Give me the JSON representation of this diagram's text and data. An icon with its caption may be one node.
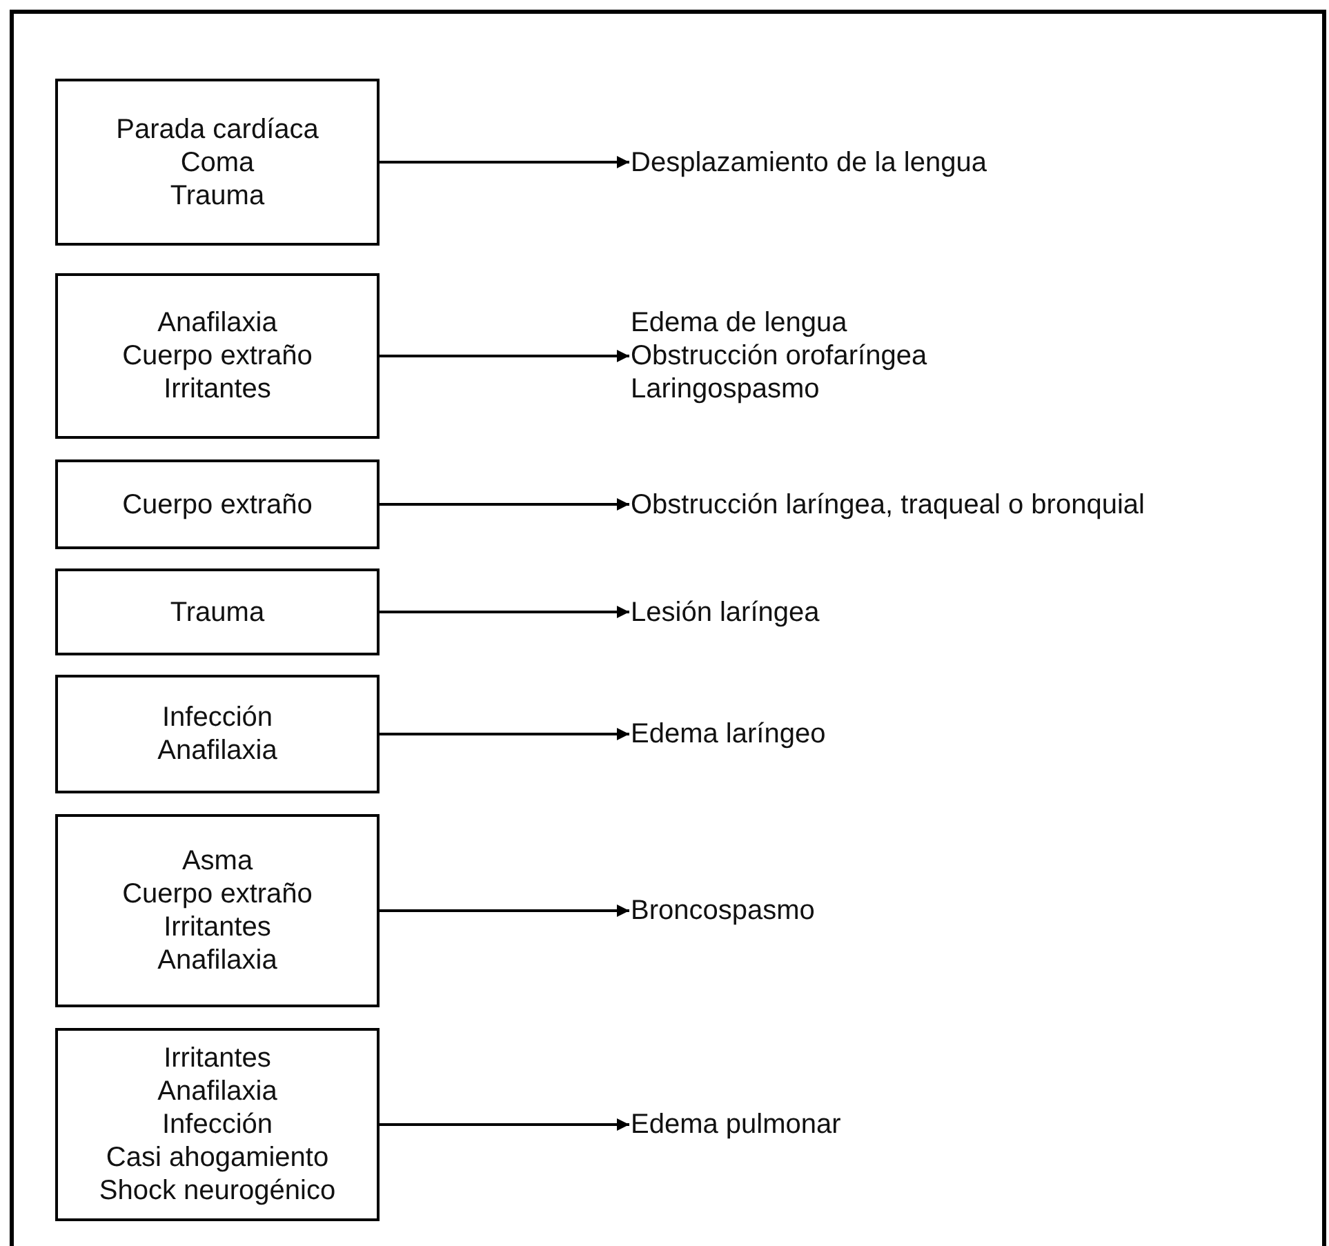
{
  "diagram": {
    "nodes": [
      {
        "text": [
          "Parada cardíaca",
          "Coma",
          "Trauma"
        ]
      },
      {
        "text": [
          "Desplazamiento de la lengua"
        ]
      },
      {
        "text": [
          "Anafilaxia",
          "Cuerpo extraño",
          "Irritantes"
        ]
      },
      {
        "text": [
          "Edema de lengua",
          "Obstrucción orofaríngea",
          "Laringospasmo"
        ]
      },
      {
        "text": [
          "Cuerpo extraño"
        ]
      },
      {
        "text": [
          "Obstrucción laríngea, traqueal o bronquial"
        ]
      },
      {
        "text": [
          "Trauma"
        ]
      },
      {
        "text": [
          "Lesión laríngea"
        ]
      },
      {
        "text": [
          "Infección",
          "Anafilaxia"
        ]
      },
      {
        "text": [
          "Edema laríngeo"
        ]
      },
      {
        "text": [
          "Asma",
          "Cuerpo extraño",
          "Irritantes",
          "Anafilaxia"
        ]
      },
      {
        "text": [
          "Broncospasmo"
        ]
      },
      {
        "text": [
          "Irritantes",
          "Anafilaxia",
          "Infección",
          "Casi ahogamiento",
          "Shock neurogénico"
        ]
      },
      {
        "text": [
          "Edema pulmonar"
        ]
      }
    ],
    "edges": [
      {
        "from": 0,
        "to": 1,
        "arrow": "to"
      },
      {
        "from": 2,
        "to": 3,
        "arrow": "to"
      },
      {
        "from": 4,
        "to": 5,
        "arrow": "to"
      },
      {
        "from": 6,
        "to": 7,
        "arrow": "to"
      },
      {
        "from": 8,
        "to": 9,
        "arrow": "to"
      },
      {
        "from": 10,
        "to": 11,
        "arrow": "to"
      },
      {
        "from": 12,
        "to": 13,
        "arrow": "to"
      }
    ]
  }
}
